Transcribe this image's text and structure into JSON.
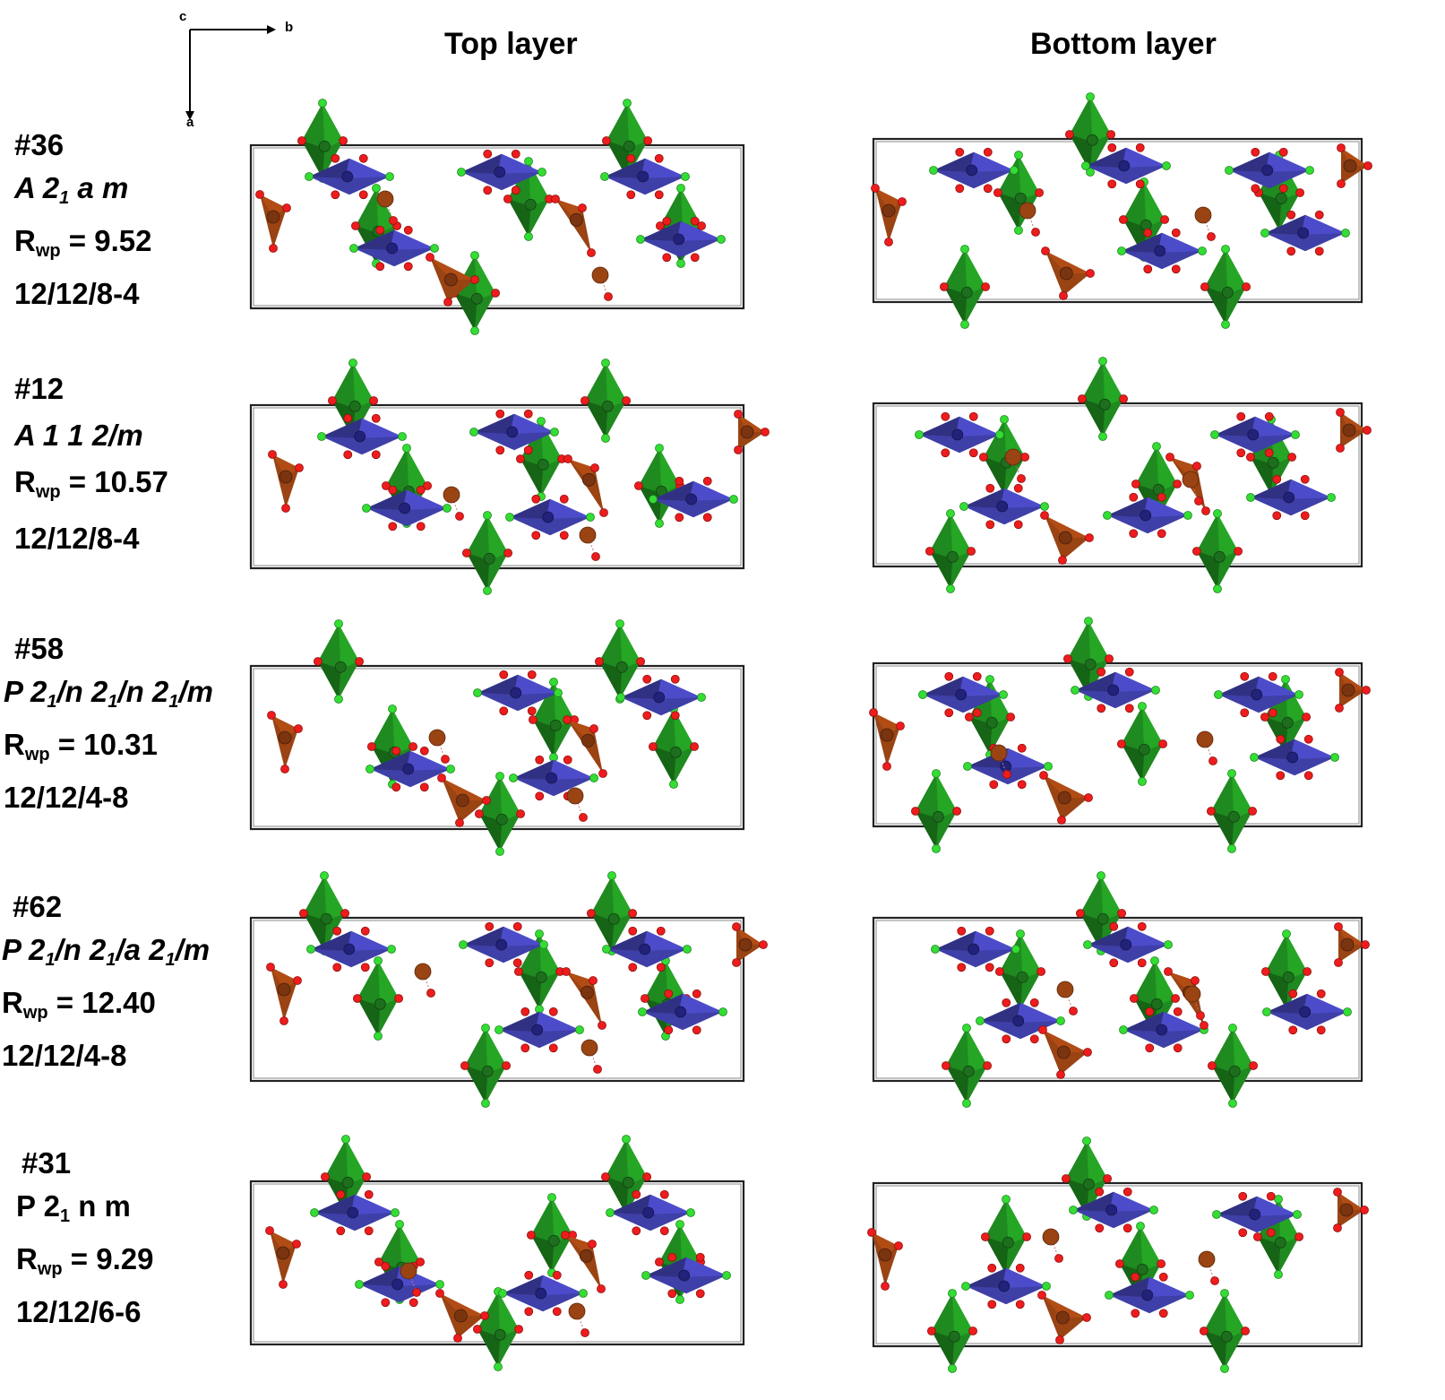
{
  "axes": {
    "c": "c",
    "b": "b",
    "a": "a"
  },
  "headers": {
    "top": "Top layer",
    "bottom": "Bottom layer"
  },
  "rows": [
    {
      "id": "#36",
      "sg_prefix": "A 2",
      "sg_sub": "1",
      "sg_suffix": " a m",
      "rwp": " = 9.52",
      "ratio": "12/12/8-4",
      "italic": true
    },
    {
      "id": "#12",
      "sg_prefix": "A 1 1 2/m",
      "sg_sub": "",
      "sg_suffix": "",
      "rwp": " = 10.57",
      "ratio": "12/12/8-4",
      "italic": true
    },
    {
      "id": "#58",
      "sg_prefix": "P 2",
      "sg_sub": "1",
      "sg_suffix": "/n 2",
      "sg_sub2": "1",
      "sg_suffix2": "/n 2",
      "sg_sub3": "1",
      "sg_suffix3": "/m",
      "rwp": " = 10.31",
      "ratio": "12/12/4-8",
      "italic": true
    },
    {
      "id": "#62",
      "sg_prefix": "P 2",
      "sg_sub": "1",
      "sg_suffix": "/n 2",
      "sg_sub2": "1",
      "sg_suffix2": "/a 2",
      "sg_sub3": "1",
      "sg_suffix3": "/m",
      "rwp": " = 12.40",
      "ratio": "12/12/4-8",
      "italic": true
    },
    {
      "id": "#31",
      "sg_prefix": "P 2",
      "sg_sub": "1",
      "sg_suffix": " n m",
      "rwp": " = 9.29",
      "ratio": "12/12/6-6",
      "italic": false
    }
  ],
  "rwp_label": {
    "R": "R",
    "sub": "wp"
  },
  "colors": {
    "blue": "#3f3fa8",
    "green": "#1f8a1f",
    "brown": "#9a4313",
    "oxygen": "#ee1c1c",
    "fluorine": "#33dd33",
    "cell": "#222222"
  }
}
